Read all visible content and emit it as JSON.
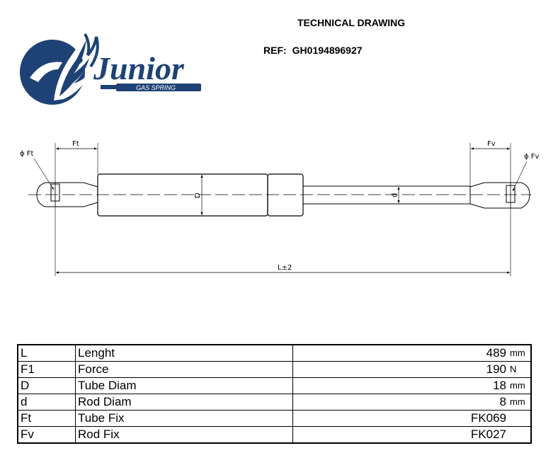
{
  "header": {
    "title": "TECHNICAL DRAWING",
    "ref_label": "REF:",
    "ref_value": "GH0194896927"
  },
  "brand": {
    "name": "Junior",
    "tagline": "GAS SPRING",
    "color": "#1e4275"
  },
  "drawing": {
    "label_ft": "Ft",
    "label_fv": "Fv",
    "label_phi_ft": "ϕ Ft",
    "label_phi_fv": "ϕ Fv",
    "label_D": "D",
    "label_d": "d",
    "label_L": "L±2"
  },
  "specs": [
    {
      "symbol": "L",
      "name": "Lenght",
      "value": "489",
      "unit": "mm"
    },
    {
      "symbol": "F1",
      "name": "Force",
      "value": "190",
      "unit": "N"
    },
    {
      "symbol": "D",
      "name": "Tube Diam",
      "value": "18",
      "unit": "mm"
    },
    {
      "symbol": "d",
      "name": "Rod Diam",
      "value": "8",
      "unit": "mm"
    },
    {
      "symbol": "Ft",
      "name": "Tube Fix",
      "value": "FK069",
      "unit": ""
    },
    {
      "symbol": "Fv",
      "name": "Rod Fix",
      "value": "FK027",
      "unit": ""
    }
  ]
}
